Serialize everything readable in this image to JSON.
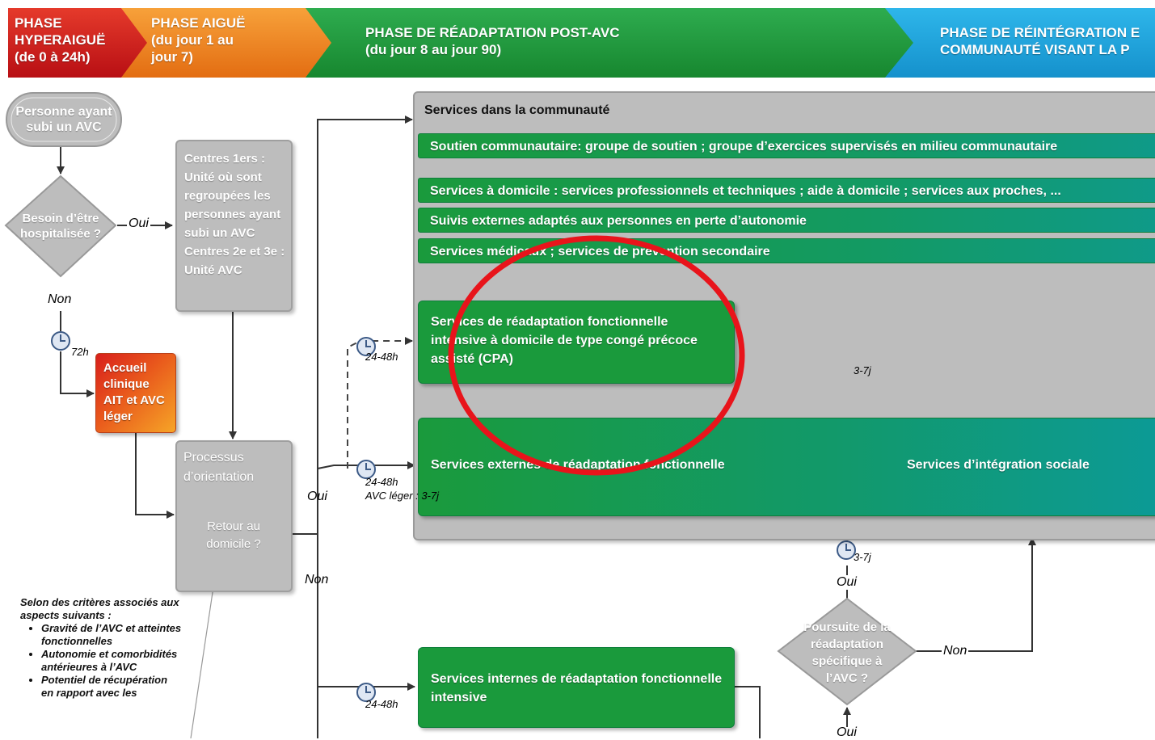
{
  "phases": [
    {
      "id": "hyperaigue",
      "label": "PHASE\nHYPERAIGUË\n(de 0 à 24h)",
      "color": "#d0191c"
    },
    {
      "id": "aigue",
      "label": "PHASE AIGUË\n(du jour 1 au\njour 7)",
      "color": "#ef7b1a"
    },
    {
      "id": "readaptation",
      "label": "PHASE DE RÉADAPTATION POST-AVC\n(du jour 8 au jour 90)",
      "color": "#1d9b3d"
    },
    {
      "id": "reintegration",
      "label": "PHASE DE RÉINTÉGRATION E\nCOMMUNAUTÉ VISANT LA P",
      "color": "#1aa0d8"
    }
  ],
  "nodes": {
    "start": "Personne ayant subi un AVC",
    "decision_hospital": "Besoin d’être hospitalisée ?",
    "centres": "Centres 1ers : Unité où sont regroupées les personnes ayant subi un AVC\nCentres 2e et 3e : Unité AVC",
    "accueil": "Accueil clinique AIT et AVC léger",
    "processus": "Processus d’orientation",
    "decision_home": "Retour au domicile ?",
    "community_title": "Services dans la communauté",
    "bar_soutien": "Soutien communautaire: groupe de soutien ; groupe d’exercices supervisés en milieu communautaire",
    "bar_domicile": "Services à domicile : services professionnels et techniques ; aide à domicile ; services aux proches, ...",
    "bar_suivis": "Suivis externes adaptés aux personnes en perte d’autonomie",
    "bar_medicaux": "Services médicaux ; services de prévention secondaire",
    "cpa": "Services de réadaptation fonctionnelle intensive à domicile de type congé précoce assisté (CPA)",
    "externes": "Services externes de réadaptation fonctionnelle",
    "integration": "Services d’intégration sociale",
    "internes": "Services internes de réadaptation fonctionnelle intensive",
    "decision_poursuite": "Poursuite de la réadaptation spécifique à l’AVC ?"
  },
  "labels": {
    "oui": "Oui",
    "non": "Non",
    "t72": "72h",
    "t2448": "24-48h",
    "t37": "3-7j",
    "avc_leger": "AVC léger : 3-7j"
  },
  "notes": {
    "intro": "Selon des critères associés aux aspects suivants :",
    "items": [
      "Gravité de l’AVC et atteintes fonctionnelles",
      "Autonomie et comorbidités antérieures à l’AVC",
      "Potentiel de récupération en rapport avec les"
    ]
  },
  "colors": {
    "gray_box": "#bdbdbd",
    "green": "#1a9a3c",
    "teal": "#0f9a8a",
    "highlight_circle": "#e8141b"
  }
}
